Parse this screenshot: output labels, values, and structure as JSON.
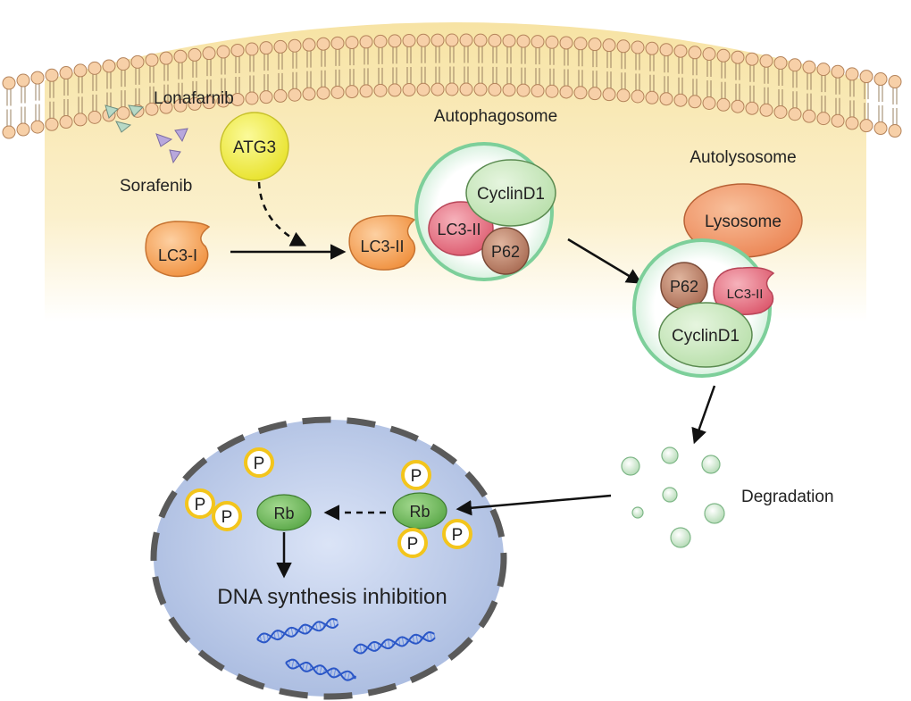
{
  "labels": {
    "lonafarnib": "Lonafarnib",
    "sorafenib": "Sorafenib",
    "atg3": "ATG3",
    "lc3_i": "LC3-I",
    "lc3_ii": "LC3-II",
    "autophagosome": "Autophagosome",
    "cyclind1": "CyclinD1",
    "lc3_ii_inner": "LC3-II",
    "p62": "P62",
    "autolysosome": "Autolysosome",
    "lysosome": "Lysosome",
    "p62_auto": "P62",
    "lc3_ii_auto": "LC3-II",
    "cyclind1_auto": "CyclinD1",
    "degradation": "Degradation",
    "rb_phos": "Rb",
    "rb": "Rb",
    "phosphate": "P",
    "dna_inhibition": "DNA synthesis inhibition"
  },
  "colors": {
    "cytoplasm": "#f9e9b5",
    "membrane_head": "#f7d0a8",
    "lc3": "#f5a25a",
    "lc3_ii_pink": "#e36a7c",
    "cyclin": "#cfeac4",
    "p62": "#b87a62",
    "vesicle_ring": "#8fd3a6",
    "lysosome": "#f29a6c",
    "atg3": "#f2ef43",
    "nucleus": "#b9c8ea",
    "rb": "#6dbb5a",
    "phosphate_ring": "#f3c51c",
    "dna": "#2b57c7"
  }
}
